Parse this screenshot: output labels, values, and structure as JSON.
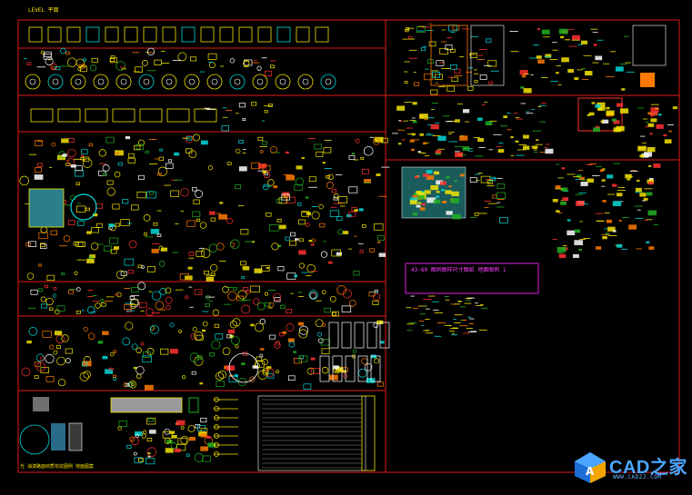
{
  "window": {
    "background": "#000000",
    "frame_color": "#e01a1a",
    "accent_yellow": "#f5e400",
    "accent_cyan": "#00d8d8",
    "accent_green": "#22b022",
    "accent_magenta": "#e020e0",
    "accent_orange": "#ff7a00"
  },
  "drawing": {
    "sheet_title": "LEVEL 平面",
    "bottom_caption": "光 油漆路面材质花纹图例 地面图案",
    "magenta_box_caption": "43-60 图例图样尺寸图纸 地面图例 1"
  },
  "watermark": {
    "brand": "CAD之家",
    "url": "WWW.CADZJ.COM",
    "icon": "cad-logo-icon"
  }
}
